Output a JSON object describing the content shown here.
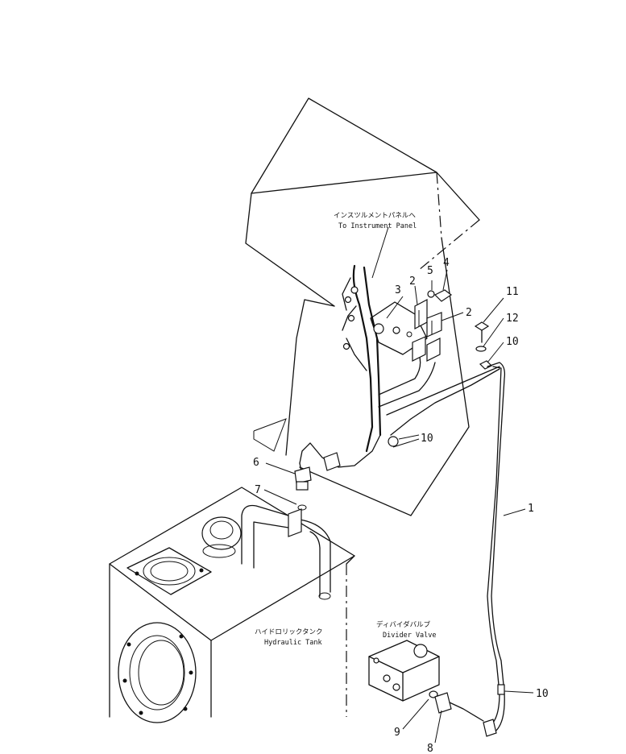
{
  "labels": {
    "instrument_panel_jp": "インスツルメントパネルへ",
    "instrument_panel_en": "To Instrument Panel",
    "hydraulic_tank_jp": "ハイドロリックタンク",
    "hydraulic_tank_en": "Hydraulic Tank",
    "divider_valve_jp": "ディバイダバルブ",
    "divider_valve_en": "Divider Valve"
  },
  "callouts": {
    "c1": "1",
    "c2a": "2",
    "c2b": "2",
    "c3": "3",
    "c4": "4",
    "c5": "5",
    "c6": "6",
    "c7": "7",
    "c8": "8",
    "c9": "9",
    "c10a": "10",
    "c10b": "10",
    "c10c": "10",
    "c11": "11",
    "c12": "12"
  }
}
